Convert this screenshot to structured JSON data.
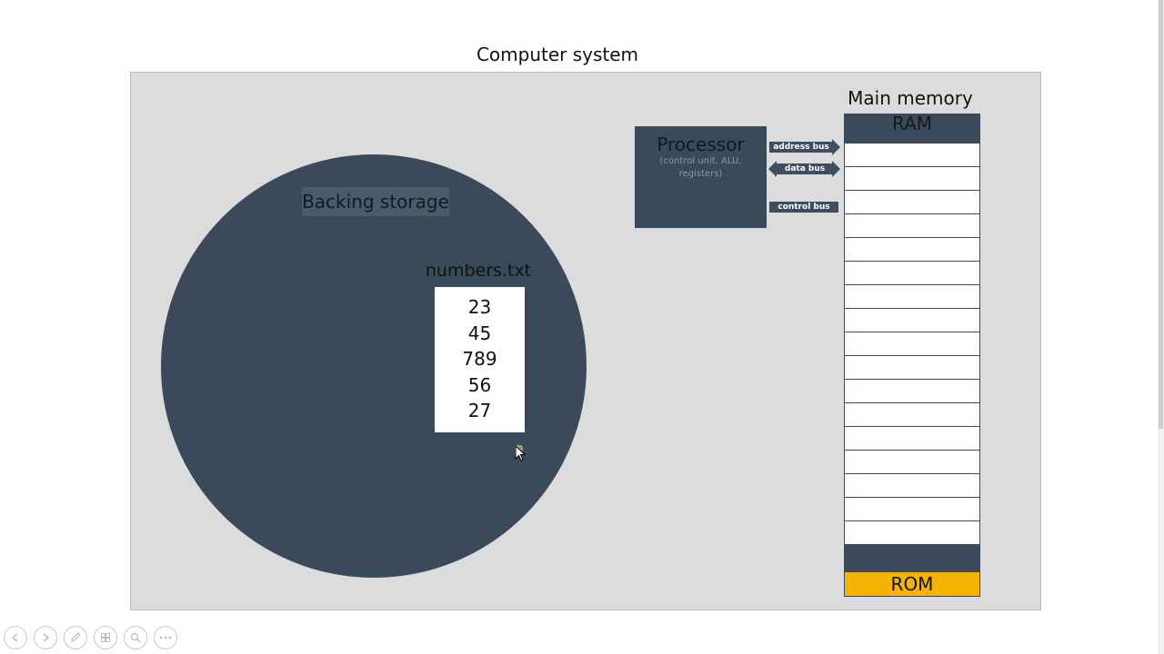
{
  "slide": {
    "title": "Computer system"
  },
  "backing_storage": {
    "label": "Backing storage",
    "file": {
      "name": "numbers.txt",
      "values": [
        "23",
        "45",
        "789",
        "56",
        "27"
      ]
    }
  },
  "processor": {
    "title": "Processor",
    "subtitle": "(control unit, ALU, registers)"
  },
  "buses": {
    "address": "address bus",
    "data": "data bus",
    "control": "control bus"
  },
  "memory": {
    "title": "Main memory",
    "ram_label": "RAM",
    "rom_label": "ROM",
    "ram_cell_count": 17
  },
  "colors": {
    "storage": "#3a4a5b",
    "rom": "#f5b400",
    "panel": "#dcdcdc"
  },
  "toolbar": {
    "icons": [
      "previous-icon",
      "next-icon",
      "pen-icon",
      "slides-icon",
      "zoom-icon",
      "more-icon"
    ]
  }
}
